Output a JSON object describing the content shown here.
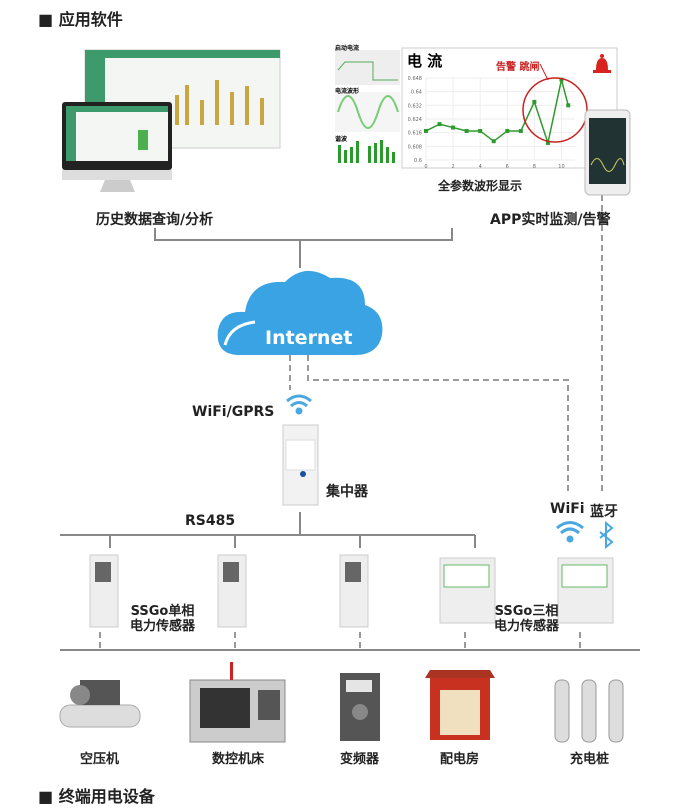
{
  "sections": {
    "software": "■ 应用软件",
    "devices": "■ 终端用电设备"
  },
  "software": {
    "history_label": "历史数据查询/分析",
    "app_label": "APP实时监测/告警",
    "waveform_caption": "全参数波形显示",
    "mini_titles": [
      "启动电流",
      "电流波形",
      "谐波"
    ]
  },
  "network": {
    "internet": "Internet",
    "wifi_gprs": "WiFi/GPRS",
    "concentrator": "集中器",
    "rs485": "RS485",
    "wifi": "WiFi",
    "bluetooth": "蓝牙"
  },
  "sensors": {
    "single_phase": [
      "SSGo单相",
      "电力传感器"
    ],
    "three_phase": [
      "SSGo三相",
      "电力传感器"
    ]
  },
  "devices": [
    "空压机",
    "数控机床",
    "变频器",
    "配电房",
    "充电桩"
  ],
  "colors": {
    "accent": "#4aa8e0",
    "line": "#2e9a2e",
    "alarm": "#c8201f"
  },
  "chart_data": {
    "type": "line",
    "title": "电 流",
    "annotation": "告警 跳闸",
    "x": [
      0,
      1,
      2,
      3,
      4,
      5,
      6,
      7,
      8,
      9,
      10,
      10.5
    ],
    "values": [
      0.617,
      0.621,
      0.619,
      0.617,
      0.617,
      0.611,
      0.617,
      0.617,
      0.634,
      0.61,
      0.647,
      0.632
    ],
    "xticks": [
      "0",
      "2",
      "4",
      "6",
      "8",
      "10"
    ],
    "yticks": [
      "0.6",
      "0.608",
      "0.616",
      "0.624",
      "0.632",
      "0.64",
      "0.648"
    ],
    "ylim": [
      0.6,
      0.648
    ],
    "xlim": [
      0,
      11
    ]
  }
}
